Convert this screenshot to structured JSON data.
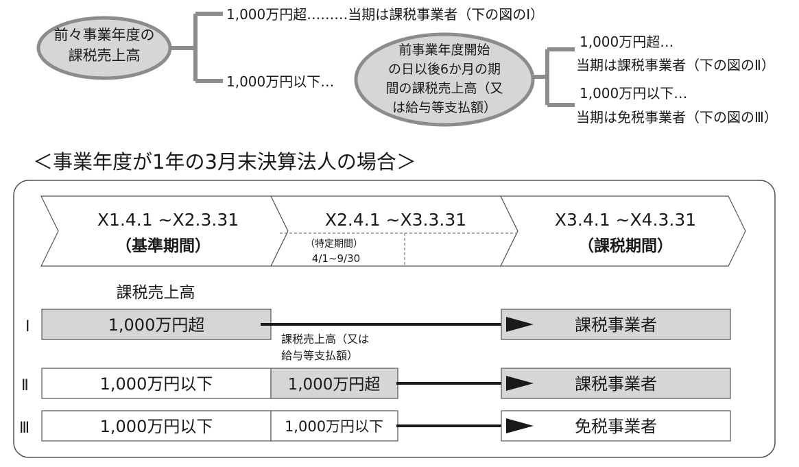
{
  "top": {
    "root": [
      "前々事業年度の",
      "課税売上高"
    ],
    "branch_over": "1,000万円超………当期は課税事業者（下の図のⅠ）",
    "branch_under": "1,000万円以下…",
    "middle": [
      "前事業年度開始",
      "の日以後6か月の期",
      "間の課税売上高（又",
      "は給与等支払額）"
    ],
    "sub_over": [
      "1,000万円超…",
      "当期は課税事業者（下の図のⅡ）"
    ],
    "sub_under": [
      "1,000万円以下…",
      "当期は免税事業者（下の図のⅢ）"
    ]
  },
  "section_title": "＜事業年度が1年の3月末決算法人の場合＞",
  "periods": [
    {
      "dates": "X1.4.1 ~X2.3.31",
      "label": "（基準期間）"
    },
    {
      "dates": "X2.4.1 ~X3.3.31",
      "label_small": "（特定期間）",
      "range": "4/1~9/30"
    },
    {
      "dates": "X3.4.1 ~X4.3.31",
      "label": "（課税期間）"
    }
  ],
  "base_sales_label": "課税売上高",
  "mid_sales_label": [
    "課税売上高（又は",
    "給与等支払額）"
  ],
  "rows": [
    {
      "roman": "Ⅰ",
      "base": "1,000万円超",
      "result": "課税事業者"
    },
    {
      "roman": "Ⅱ",
      "base": "1,000万円以下",
      "mid": "1,000万円超",
      "result": "課税事業者"
    },
    {
      "roman": "Ⅲ",
      "base": "1,000万円以下",
      "mid": "1,000万円以下",
      "result": "免税事業者"
    }
  ],
  "colors": {
    "shade": "#d6d6d6",
    "line": "#8c8c8c",
    "ink": "#1a1a1a"
  }
}
